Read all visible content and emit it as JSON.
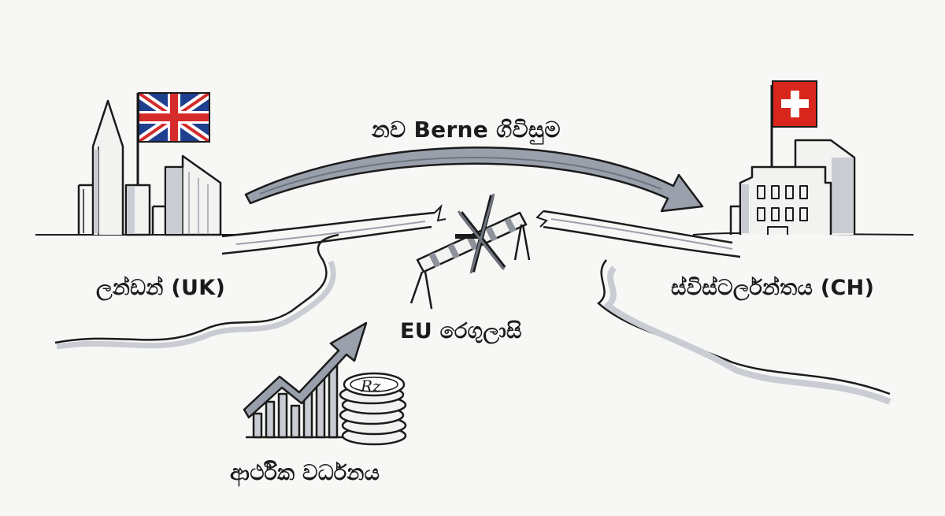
{
  "labels": {
    "agreement": "නව Berne ගිවිසුම",
    "london": "ලන්ඩන් (UK)",
    "switzerland": "ස්විස්ටර්ලන්තය (CH)",
    "eu_regulations": "EU රෙගුලාසි",
    "economic_growth": "ආර්ථික වර්ධනය",
    "coin_symbol": "Rz"
  },
  "icons": [
    "uk-flag-icon",
    "swiss-flag-icon",
    "barrier-icon",
    "growth-arrow-icon",
    "coin-stack-icon"
  ],
  "colors": {
    "ink": "#1b1b1b",
    "uk_blue": "#1f3f8f",
    "uk_red": "#d52b2b",
    "swiss_red": "#d9261c",
    "shade": "#c9ccd3",
    "arrow_fill": "#9aa0ab"
  }
}
